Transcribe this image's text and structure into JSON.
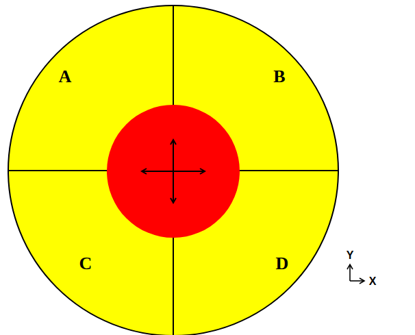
{
  "diagram": {
    "nodes": [
      {
        "text": [
          "A"
        ]
      },
      {
        "text": [
          "B"
        ]
      },
      {
        "text": [
          "C"
        ]
      },
      {
        "text": [
          "D"
        ]
      }
    ],
    "labels": [
      "Y",
      "X"
    ]
  }
}
